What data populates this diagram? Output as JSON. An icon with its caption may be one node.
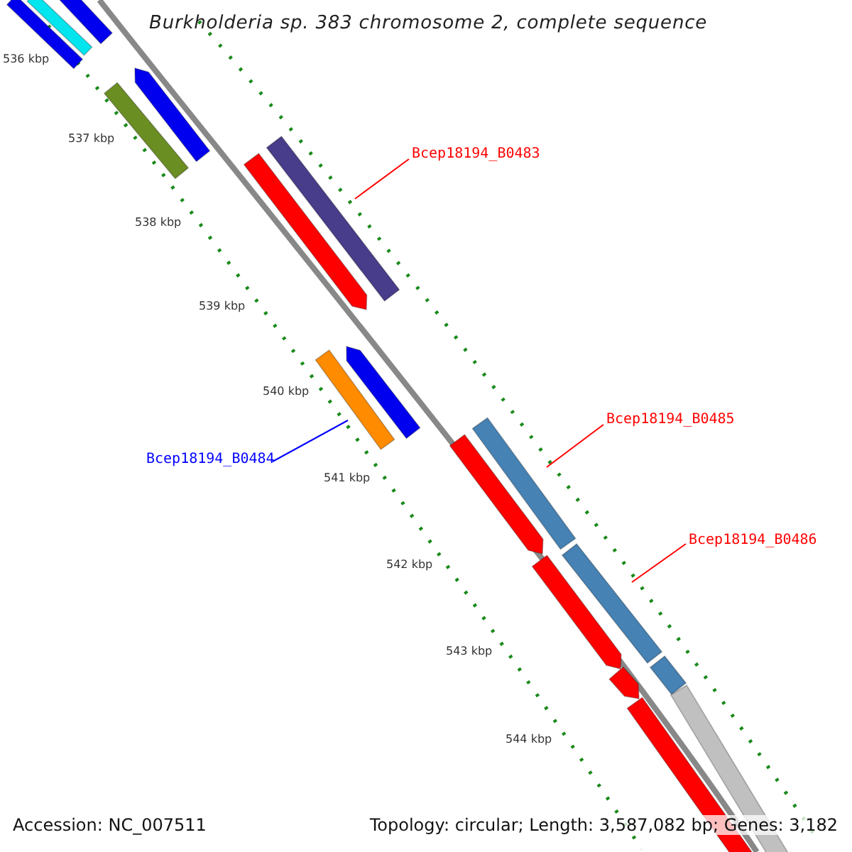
{
  "diagram": {
    "title": "Burkholderia sp. 383 chromosome 2, complete sequence",
    "nodes": [
      {
        "text": [],
        "shape": "bar"
      },
      {
        "text": [],
        "shape": "bar"
      },
      {
        "text": [],
        "shape": "bar"
      },
      {
        "text": [],
        "shape": "bar"
      },
      {
        "text": [],
        "shape": "bar"
      },
      {
        "text": [],
        "shape": "bar"
      },
      {
        "text": [],
        "shape": "bar"
      },
      {
        "text": [
          "Bcep18194_B0483"
        ]
      },
      {
        "text": [],
        "shape": "bar"
      },
      {
        "text": [],
        "shape": "bar"
      },
      {
        "text": [
          "Bcep18194_B0484"
        ]
      },
      {
        "text": [
          "Bcep18194_B0485"
        ]
      },
      {
        "text": [],
        "shape": "bar"
      },
      {
        "text": [],
        "shape": "bar"
      },
      {
        "text": [
          "Bcep18194_B0486"
        ]
      },
      {
        "text": [],
        "shape": "bar"
      },
      {
        "text": [],
        "shape": "bar"
      },
      {
        "text": [],
        "shape": "bar"
      },
      {
        "text": [],
        "shape": "bar"
      },
      {
        "text": [],
        "shape": "bar"
      },
      {
        "text": [],
        "shape": "bar"
      }
    ],
    "edges": [
      {
        "from": 7,
        "to": 6,
        "arrow": "none"
      },
      {
        "from": 10,
        "to": 8,
        "arrow": "none",
        "color": "#0000ff"
      },
      {
        "from": 11,
        "to": 13,
        "arrow": "none"
      },
      {
        "from": 14,
        "to": 16,
        "arrow": "none"
      }
    ],
    "labels": [
      "536 kbp",
      "537 kbp",
      "538 kbp",
      "539 kbp",
      "540 kbp",
      "541 kbp",
      "542 kbp",
      "543 kbp",
      "544 kbp",
      "Accession: NC_007511",
      "Topology: circular; Length: 3,587,082 bp; Genes: 3,182"
    ]
  }
}
